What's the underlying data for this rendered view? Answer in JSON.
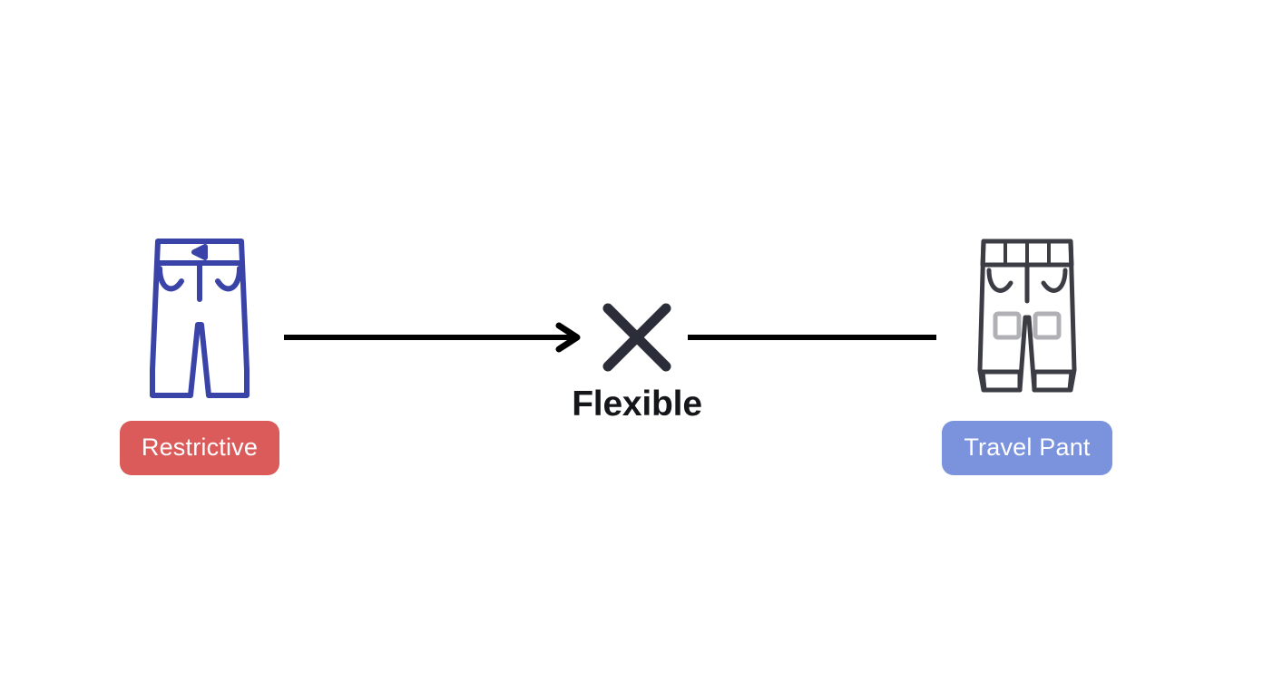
{
  "diagram": {
    "type": "concept-relation",
    "background_color": "#ffffff",
    "left_node": {
      "icon_name": "restrictive-jeans-icon",
      "icon_stroke_color": "#3a44a8",
      "badge_label": "Restrictive",
      "badge_color": "#db5a5a",
      "badge_text_color": "#ffffff"
    },
    "right_node": {
      "icon_name": "travel-pant-icon",
      "icon_stroke_color": "#3c3c44",
      "icon_accent_color": "#b0b0b5",
      "badge_label": "Travel Pant",
      "badge_color": "#7b93dd",
      "badge_text_color": "#ffffff"
    },
    "center": {
      "icon_name": "cross-x-icon",
      "icon_color": "#2b2e38",
      "label": "Flexible",
      "label_color": "#14161a"
    },
    "connectors": {
      "left_connector_name": "arrow-right-connector",
      "right_connector_name": "line-connector",
      "color": "#000000"
    }
  }
}
